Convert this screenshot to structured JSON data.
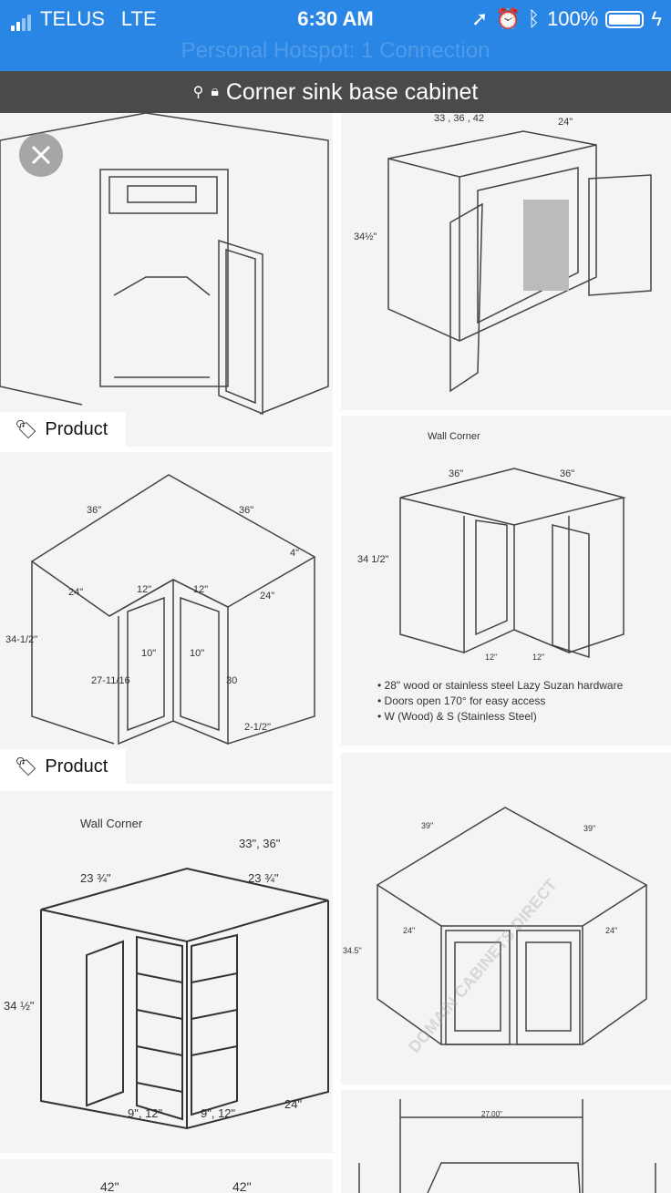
{
  "status_bar": {
    "carrier": "TELUS",
    "network": "LTE",
    "time": "6:30 AM",
    "battery": "100%",
    "hotspot": "Personal Hotspot: 1 Connection"
  },
  "url_bar": {
    "title": "Corner sink base cabinet"
  },
  "results": [
    {
      "badge": "Product",
      "labels": []
    },
    {
      "badge": "",
      "labels": [
        "33 , 36 , 42",
        "24\"",
        "34½\""
      ]
    },
    {
      "badge": "Product",
      "labels": [
        "36\"",
        "36\"",
        "24\"",
        "24\"",
        "12\"",
        "12\"",
        "4\"",
        "10\"",
        "10\"",
        "34-1/2\"",
        "27-11/16",
        "30",
        "2-1/2\""
      ]
    },
    {
      "badge": "",
      "labels": [
        "Wall Corner",
        "36\"",
        "36\"",
        "34 1/2\"",
        "12\"",
        "12\""
      ],
      "bullets": [
        "• 28\" wood or stainless steel Lazy Suzan hardware",
        "• Doors open 170° for easy access",
        "• W (Wood) & S (Stainless Steel)"
      ]
    },
    {
      "badge": "",
      "labels": [
        "Wall Corner",
        "33\", 36\"",
        "23 ¾\"",
        "23 ¾\"",
        "34 ½\"",
        "9\", 12\"",
        "9\", 12\"",
        "24\""
      ]
    },
    {
      "badge": "",
      "labels": [
        "39\"",
        "39\"",
        "24\"",
        "24\"",
        "34.5\""
      ],
      "watermark": "DOMAIN CABINETS DIRECT"
    },
    {
      "badge": "",
      "labels": [
        "42\"",
        "42\""
      ]
    },
    {
      "badge": "",
      "labels": [
        "27.00\""
      ]
    }
  ]
}
